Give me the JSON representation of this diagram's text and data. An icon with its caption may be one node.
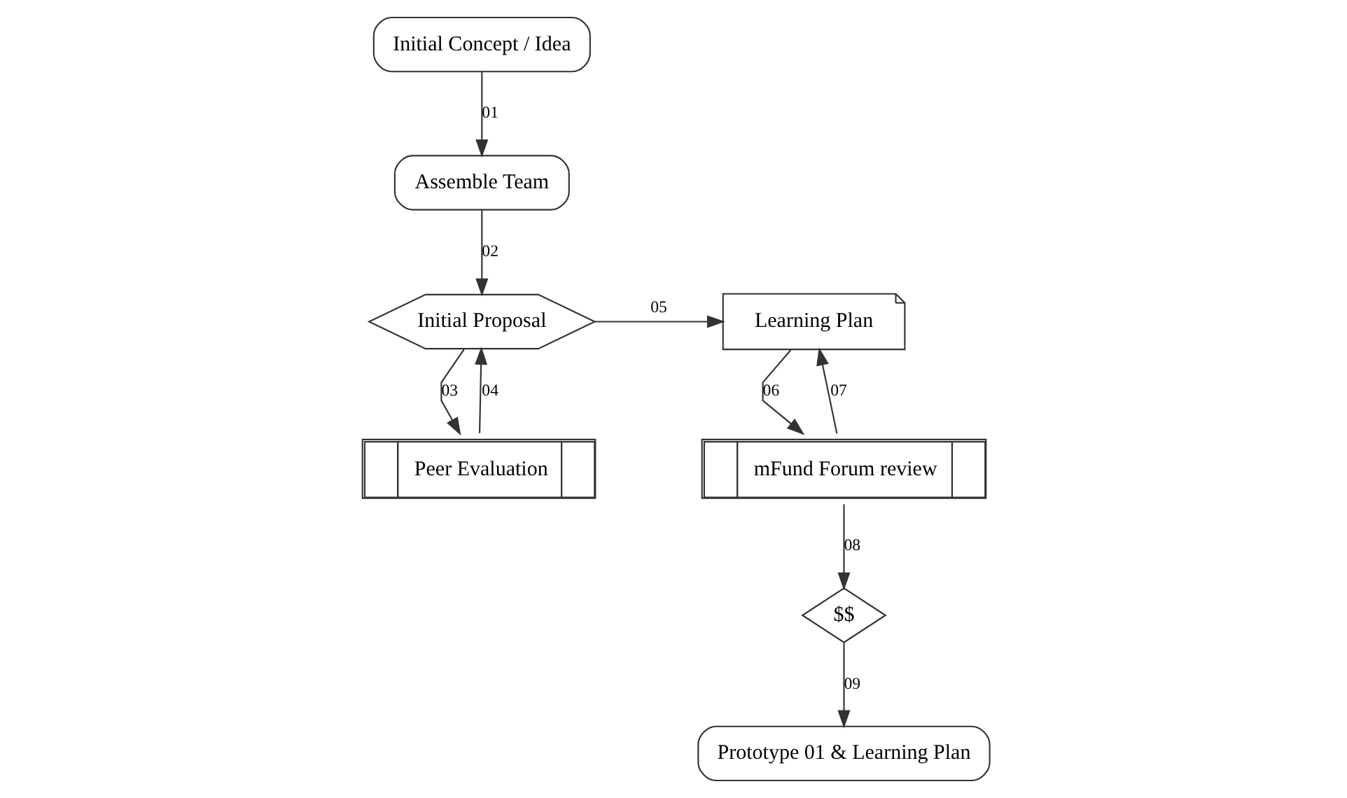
{
  "diagram": {
    "nodes": [
      {
        "text": [
          "Initial Concept / Idea"
        ]
      },
      {
        "text": [
          "Assemble Team"
        ]
      },
      {
        "text": [
          "Initial Proposal"
        ]
      },
      {
        "text": [
          "Learning Plan"
        ]
      },
      {
        "text": [
          "Peer Evaluation"
        ]
      },
      {
        "text": [
          "mFund Forum review"
        ]
      },
      {
        "text": [
          "$$"
        ]
      },
      {
        "text": [
          "Prototype 01 & Learning Plan"
        ]
      }
    ],
    "edges": [
      {
        "from": 0,
        "to": 1,
        "arrow": "to",
        "label": "01"
      },
      {
        "from": 1,
        "to": 2,
        "arrow": "to",
        "label": "02"
      },
      {
        "from": 2,
        "to": 4,
        "arrow": "to",
        "label": "03"
      },
      {
        "from": 4,
        "to": 2,
        "arrow": "to",
        "label": "04"
      },
      {
        "from": 2,
        "to": 3,
        "arrow": "to",
        "label": "05"
      },
      {
        "from": 3,
        "to": 5,
        "arrow": "to",
        "label": "06"
      },
      {
        "from": 5,
        "to": 3,
        "arrow": "to",
        "label": "07"
      },
      {
        "from": 5,
        "to": 6,
        "arrow": "to",
        "label": "08"
      },
      {
        "from": 6,
        "to": 7,
        "arrow": "to",
        "label": "09"
      }
    ]
  }
}
